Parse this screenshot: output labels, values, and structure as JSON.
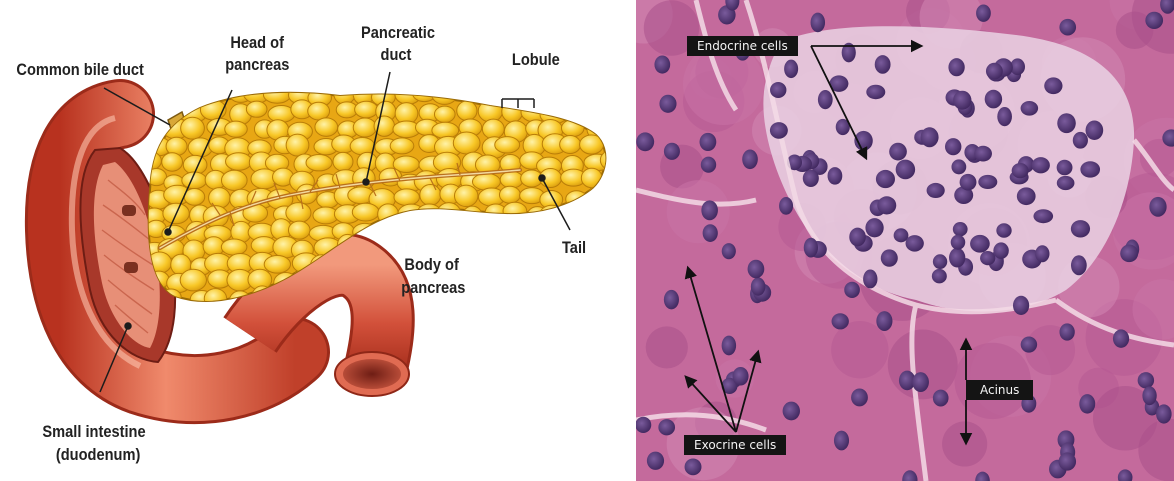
{
  "anatomy_panel": {
    "labels": {
      "common_bile_duct": "Common bile duct",
      "head_of_pancreas_line1": "Head of",
      "head_of_pancreas_line2": "pancreas",
      "pancreatic_duct_line1": "Pancreatic",
      "pancreatic_duct_line2": "duct",
      "lobule": "Lobule",
      "tail": "Tail",
      "body_of_pancreas_line1": "Body of",
      "body_of_pancreas_line2": "pancreas",
      "small_intestine_line1": "Small intestine",
      "small_intestine_line2": "(duodenum)"
    }
  },
  "histology_panel": {
    "labels": {
      "endocrine_cells": "Endocrine cells",
      "exocrine_cells": "Exocrine cells",
      "acinus": "Acinus"
    }
  },
  "colors": {
    "pancreas_yellow": "#f7c51e",
    "intestine_red": "#d9533a",
    "tissue_pink": "#d87aa6",
    "nucleus_purple": "#4a2d6b",
    "label_background": "#141414"
  }
}
